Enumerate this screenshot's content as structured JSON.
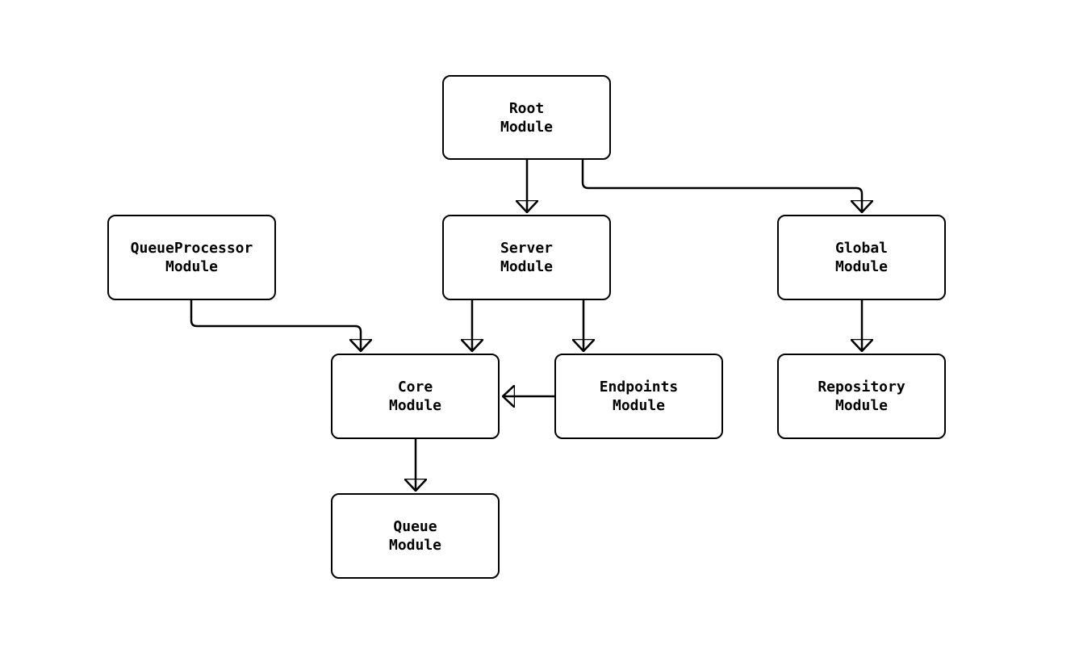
{
  "diagram": {
    "type": "flowchart",
    "direction": "top-down",
    "background_color": "#ffffff",
    "node_fill_color": "#ffffff",
    "node_border_color": "#000000",
    "edge_color": "#000000",
    "text_color": "#000000",
    "nodes": [
      {
        "id": "root",
        "line1": "Root",
        "line2": "Module"
      },
      {
        "id": "queueprocessor",
        "line1": "QueueProcessor",
        "line2": "Module"
      },
      {
        "id": "server",
        "line1": "Server",
        "line2": "Module"
      },
      {
        "id": "global",
        "line1": "Global",
        "line2": "Module"
      },
      {
        "id": "core",
        "line1": "Core",
        "line2": "Module"
      },
      {
        "id": "endpoints",
        "line1": "Endpoints",
        "line2": "Module"
      },
      {
        "id": "repository",
        "line1": "Repository",
        "line2": "Module"
      },
      {
        "id": "queue",
        "line1": "Queue",
        "line2": "Module"
      }
    ],
    "edges": [
      {
        "from": "root",
        "to": "server"
      },
      {
        "from": "root",
        "to": "global"
      },
      {
        "from": "queueprocessor",
        "to": "core"
      },
      {
        "from": "server",
        "to": "core"
      },
      {
        "from": "server",
        "to": "endpoints"
      },
      {
        "from": "endpoints",
        "to": "core"
      },
      {
        "from": "global",
        "to": "repository"
      },
      {
        "from": "core",
        "to": "queue"
      }
    ]
  }
}
